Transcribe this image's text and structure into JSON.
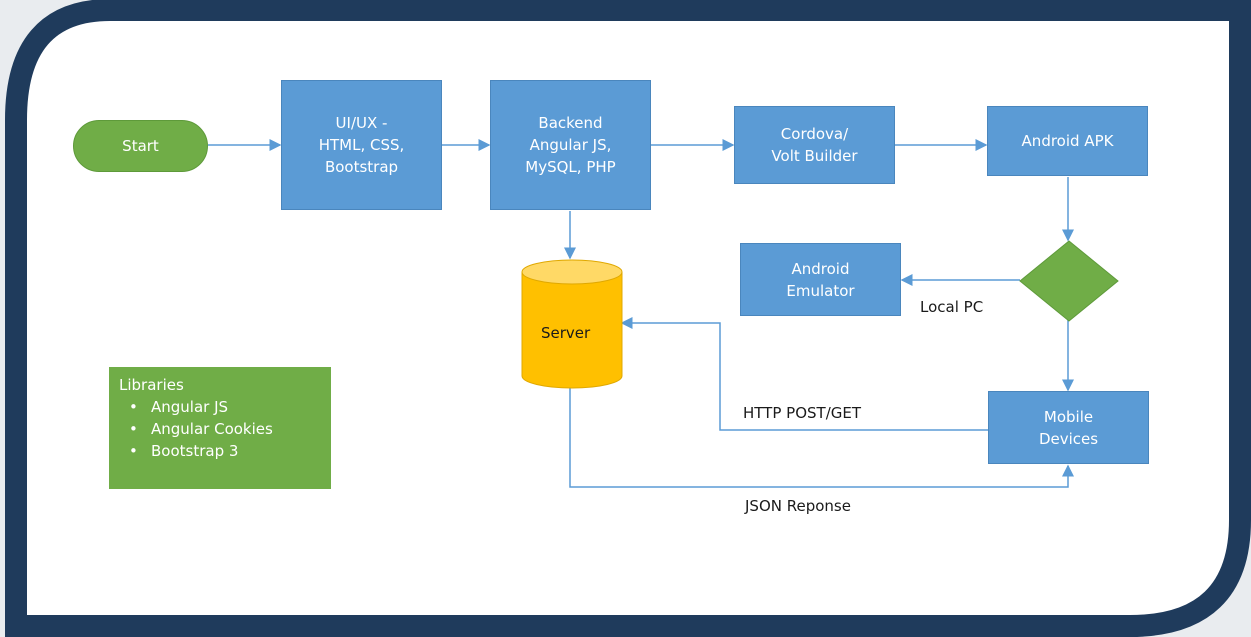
{
  "diagram": {
    "nodes": {
      "start": "Start",
      "uiux": "UI/UX -\nHTML, CSS,\nBootstrap",
      "backend": "Backend\nAngular JS,\nMySQL, PHP",
      "cordova": "Cordova/\nVolt Builder",
      "apk": "Android APK",
      "emulator": "Android\nEmulator",
      "server": "Server",
      "mobile": "Mobile\nDevices"
    },
    "edge_labels": {
      "local_pc": "Local PC",
      "http": "HTTP POST/GET",
      "json": "JSON Reponse"
    },
    "libraries": {
      "title": "Libraries",
      "items": [
        "Angular JS",
        "Angular Cookies",
        "Bootstrap 3"
      ]
    }
  },
  "colors": {
    "process": "#5b9bd5",
    "terminal": "#70ad47",
    "decision": "#70ad47",
    "database": "#ffc000",
    "frame": "#1f3b5c"
  }
}
